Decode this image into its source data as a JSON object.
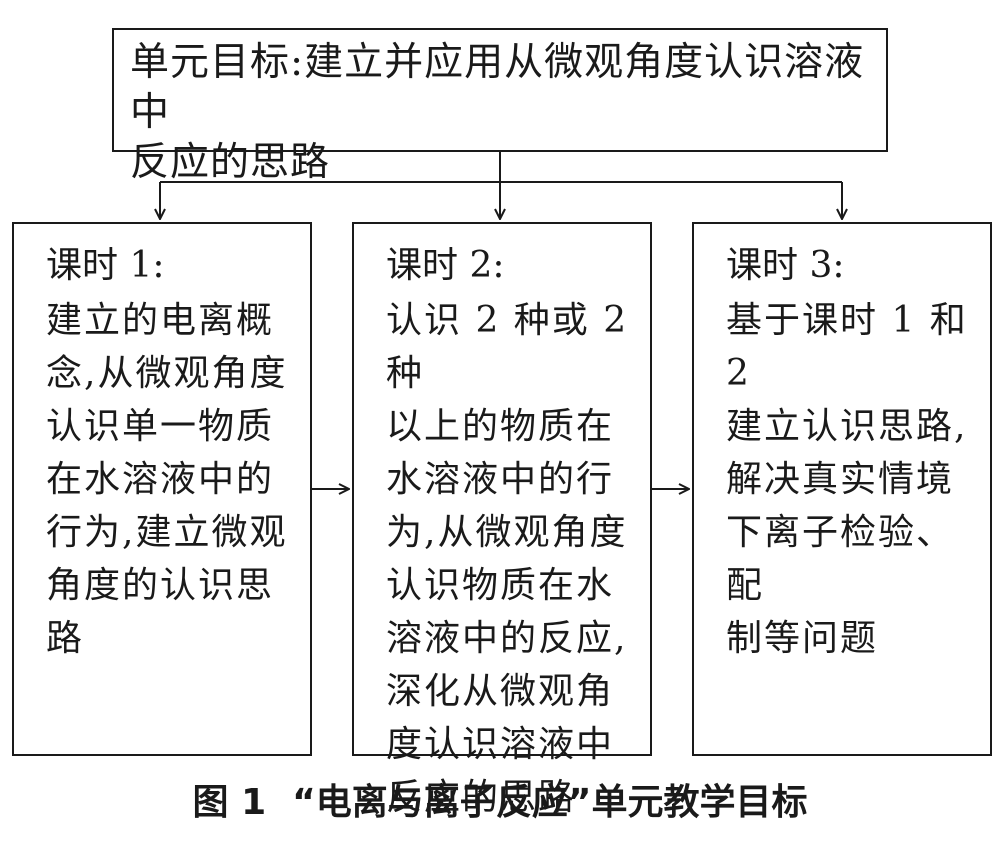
{
  "unit_goal": {
    "text": "单元目标:建立并应用从微观角度认识溶液中\n反应的思路"
  },
  "lessons": [
    {
      "title": "课时 1:",
      "body": "建立的电离概\n念,从微观角度\n认识单一物质\n在水溶液中的\n行为,建立微观\n角度的认识思\n路"
    },
    {
      "title": "课时 2:",
      "body": "认识 2 种或 2 种\n以上的物质在\n水溶液中的行\n为,从微观角度\n认识物质在水\n溶液中的反应,\n深化从微观角\n度认识溶液中\n反应的思路"
    },
    {
      "title": "课时 3:",
      "body": "基于课时 1 和 2\n建立认识思路,\n解决真实情境\n下离子检验、配\n制等问题"
    }
  ],
  "caption": {
    "number": "图 1",
    "title": "“电离与离子反应”单元教学目标"
  }
}
